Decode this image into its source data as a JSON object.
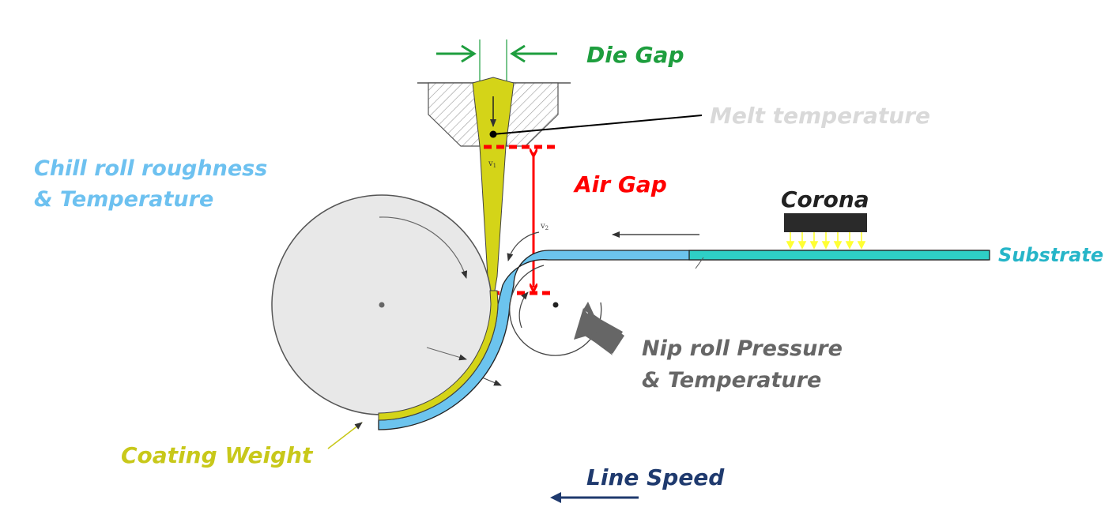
{
  "labels": {
    "die_gap": "Die Gap",
    "melt_temperature": "Melt temperature",
    "air_gap": "Air Gap",
    "chill_roll_line1": "Chill roll roughness",
    "chill_roll_line2": "& Temperature",
    "corona": "Corona",
    "substrate": "Substrate",
    "nip_roll_line1": "Nip roll Pressure",
    "nip_roll_line2": "& Temperature",
    "coating_weight": "Coating Weight",
    "line_speed": "Line Speed",
    "v1": "v",
    "v1_sub": "1",
    "v2": "v",
    "v2_sub": "2"
  },
  "colors": {
    "die_gap": "#1e9e3e",
    "melt_temperature": "#d9d9d9",
    "air_gap": "#ff0000",
    "chill_roll": "#6dc1f0",
    "corona_text": "#222222",
    "substrate": "#26b5c8",
    "nip_roll": "#666666",
    "coating_weight": "#c8c81a",
    "line_speed": "#1f3a6e",
    "melt_fill": "#d4d418",
    "film_blue": "#6cc4ee",
    "substrate_teal": "#2ecfc6",
    "roll_fill": "#e8e8e8",
    "corona_box": "#2a2a2a",
    "corona_rays": "#ffff33"
  }
}
